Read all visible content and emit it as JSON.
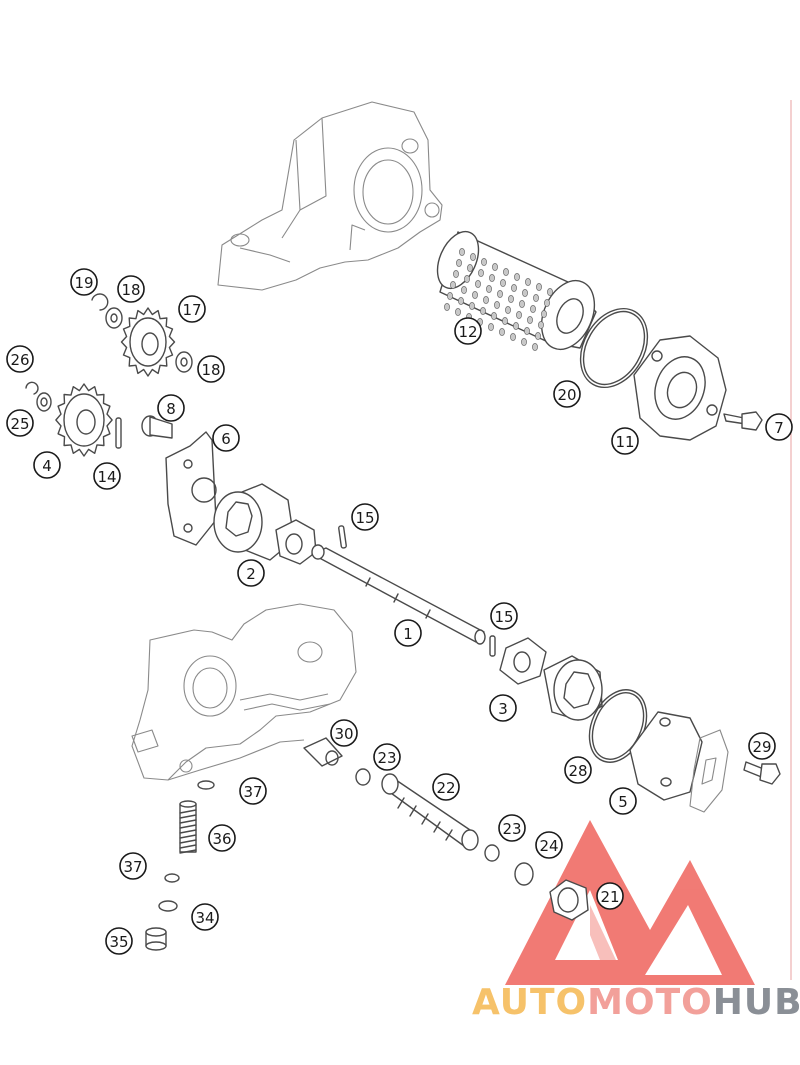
{
  "logo": {
    "segments": [
      {
        "text": "AUTO",
        "color": "#f6c26a"
      },
      {
        "text": "MOTO",
        "color": "#f2a09a"
      },
      {
        "text": "HUB",
        "color": "#8a8f96"
      }
    ],
    "mark_color": "#ee5a52"
  },
  "labels": [
    {
      "id": "19",
      "text": "19"
    },
    {
      "id": "18a",
      "text": "18"
    },
    {
      "id": "17",
      "text": "17"
    },
    {
      "id": "18b",
      "text": "18"
    },
    {
      "id": "26",
      "text": "26"
    },
    {
      "id": "25",
      "text": "25"
    },
    {
      "id": "4",
      "text": "4"
    },
    {
      "id": "14",
      "text": "14"
    },
    {
      "id": "8",
      "text": "8"
    },
    {
      "id": "6",
      "text": "6"
    },
    {
      "id": "12",
      "text": "12"
    },
    {
      "id": "20",
      "text": "20"
    },
    {
      "id": "11",
      "text": "11"
    },
    {
      "id": "7",
      "text": "7"
    },
    {
      "id": "15a",
      "text": "15"
    },
    {
      "id": "2",
      "text": "2"
    },
    {
      "id": "1",
      "text": "1"
    },
    {
      "id": "15b",
      "text": "15"
    },
    {
      "id": "3",
      "text": "3"
    },
    {
      "id": "30",
      "text": "30"
    },
    {
      "id": "23a",
      "text": "23"
    },
    {
      "id": "22",
      "text": "22"
    },
    {
      "id": "37a",
      "text": "37"
    },
    {
      "id": "36",
      "text": "36"
    },
    {
      "id": "37b",
      "text": "37"
    },
    {
      "id": "34",
      "text": "34"
    },
    {
      "id": "35",
      "text": "35"
    },
    {
      "id": "23b",
      "text": "23"
    },
    {
      "id": "24",
      "text": "24"
    },
    {
      "id": "21",
      "text": "21"
    },
    {
      "id": "28",
      "text": "28"
    },
    {
      "id": "5",
      "text": "5"
    },
    {
      "id": "29",
      "text": "29"
    }
  ]
}
